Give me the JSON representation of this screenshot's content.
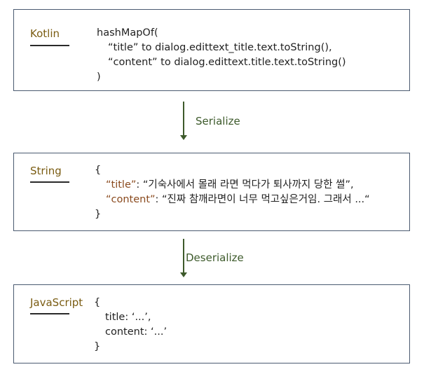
{
  "kotlin_box": {
    "label": "Kotlin",
    "lines": [
      "hashMapOf(",
      "“title” to dialog.edittext_title.text.toString(),",
      "“content” to dialog.edittext.title.text.toString()",
      ")"
    ]
  },
  "serialize_label": "Serialize",
  "string_box": {
    "label": "String",
    "open_brace": "{",
    "title_key": "“title”",
    "title_value": ": “기숙사에서 몰래 라면 먹다가 퇴사까지 당한 썰”,",
    "content_key": "“content”",
    "content_value": ": “진짜 참깨라면이 너무 먹고싶은거임. 그래서 ...“",
    "close_brace": "}"
  },
  "deserialize_label": "Deserialize",
  "js_box": {
    "label": "JavaScript",
    "lines": [
      "{",
      "title: ‘...’,",
      "content: ‘...’",
      "}"
    ]
  },
  "colors": {
    "label": "#7a5c12",
    "arrow": "#3d5a2b",
    "key": "#8a4a1e",
    "border": "#4a5a70"
  }
}
